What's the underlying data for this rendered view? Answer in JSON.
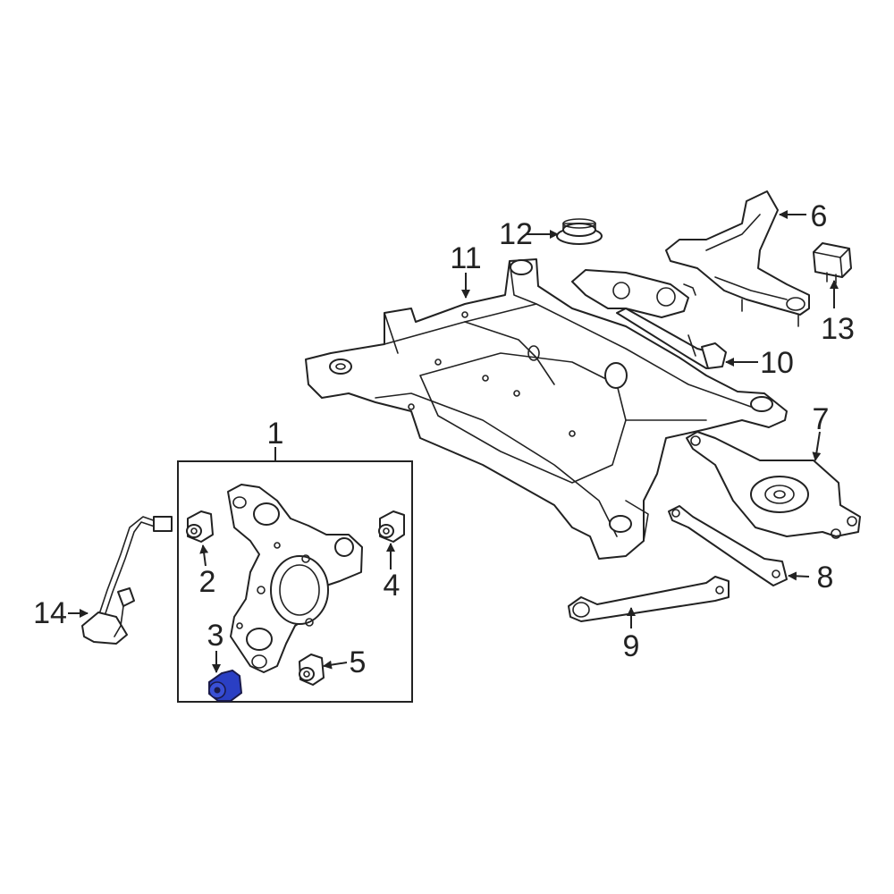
{
  "callouts": {
    "c1": "1",
    "c2": "2",
    "c3": "3",
    "c4": "4",
    "c5": "5",
    "c6": "6",
    "c7": "7",
    "c8": "8",
    "c9": "9",
    "c10": "10",
    "c11": "11",
    "c12": "12",
    "c13": "13",
    "c14": "14"
  },
  "colors": {
    "line": "#222222",
    "highlight": "#2a3fc4",
    "background": "#ffffff"
  },
  "highlighted_part": "3"
}
